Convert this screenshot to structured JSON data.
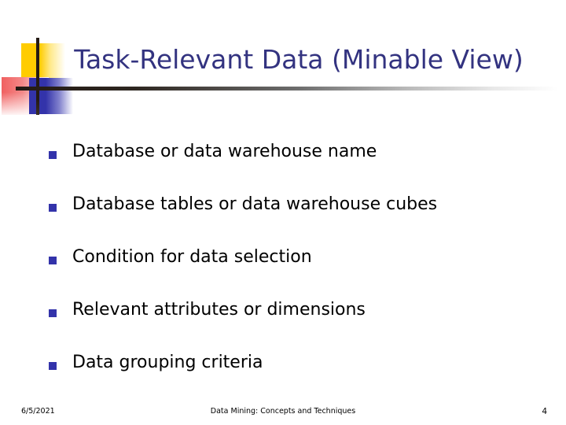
{
  "slide": {
    "title": "Task-Relevant Data (Minable View)",
    "title_color": "#333380",
    "background_color": "#ffffff",
    "bullet_marker_color": "#3333AA",
    "bullets": [
      {
        "text": "Database or data warehouse name",
        "marker": "square-bullet-icon"
      },
      {
        "text": "Database tables or data warehouse cubes",
        "marker": "square-bullet-icon"
      },
      {
        "text": "Condition for data selection",
        "marker": "square-bullet-icon"
      },
      {
        "text": "Relevant attributes or dimensions",
        "marker": "square-bullet-icon"
      },
      {
        "text": "Data grouping criteria",
        "marker": "square-bullet-icon"
      }
    ],
    "footer": {
      "date": "6/5/2021",
      "center_text": "Data Mining: Concepts and Techniques",
      "page_number": "4"
    },
    "decoration": {
      "yellow_color": "#FFCC00",
      "blue_color": "#3333AA",
      "red_color": "#F06060",
      "line_color": "#241a14"
    }
  }
}
